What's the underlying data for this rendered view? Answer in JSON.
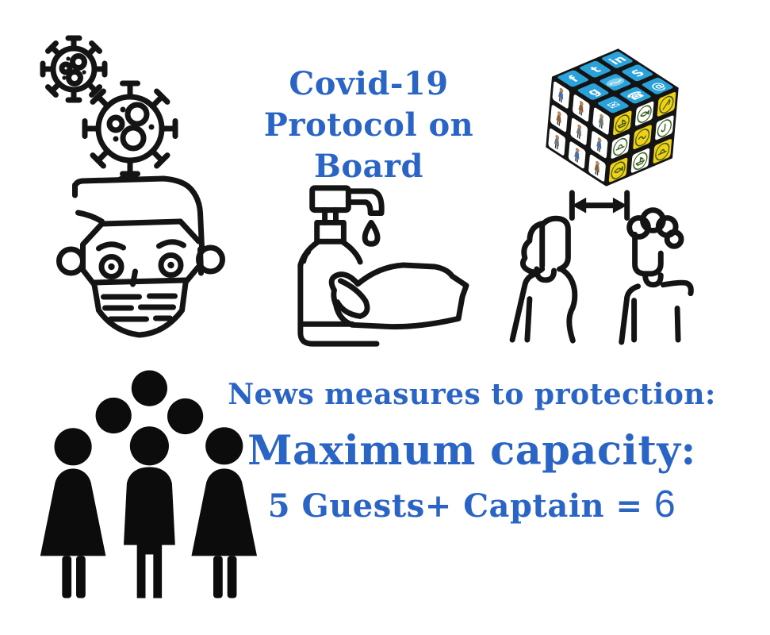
{
  "title": {
    "line1": "Covid-19",
    "line2": "Protocol on Board"
  },
  "measures": {
    "heading": "News measures to protection:",
    "capacity_title": "Maximum capacity:",
    "capacity_prefix": "5 Guests+ Captain =",
    "capacity_value": "6"
  },
  "icons": {
    "virus": "coronavirus-icon",
    "mask": "face-mask-icon",
    "sanitizer": "hand-sanitizer-icon",
    "distance": "social-distance-icon",
    "crowd": "crowd-of-six-icon",
    "cube": "rubiks-cube-icon"
  },
  "cube": {
    "top_glyphs": [
      "f",
      "t",
      "in",
      "g",
      "",
      "S",
      "✉",
      "☎",
      "@"
    ],
    "right_icons": [
      "boat",
      "fish",
      "rod",
      "hat",
      "wave",
      "hook",
      "fish",
      "boat",
      "hat"
    ],
    "left_figure_colors": [
      "#4a6fae",
      "#8a6239",
      "#6e7b74",
      "#8a6239",
      "#6e7b74",
      "#4a6fae",
      "#6e7b74",
      "#4a6fae",
      "#8a6239"
    ],
    "colors": {
      "blue": "#2aa2d9",
      "yellow": "#f3cf16",
      "icon_green": "#3c611f",
      "logo_blue": "#85cdec",
      "frame": "#141414"
    }
  },
  "colors": {
    "accent_blue": "#2a64c4",
    "ink": "#141414",
    "background": "#ffffff"
  }
}
